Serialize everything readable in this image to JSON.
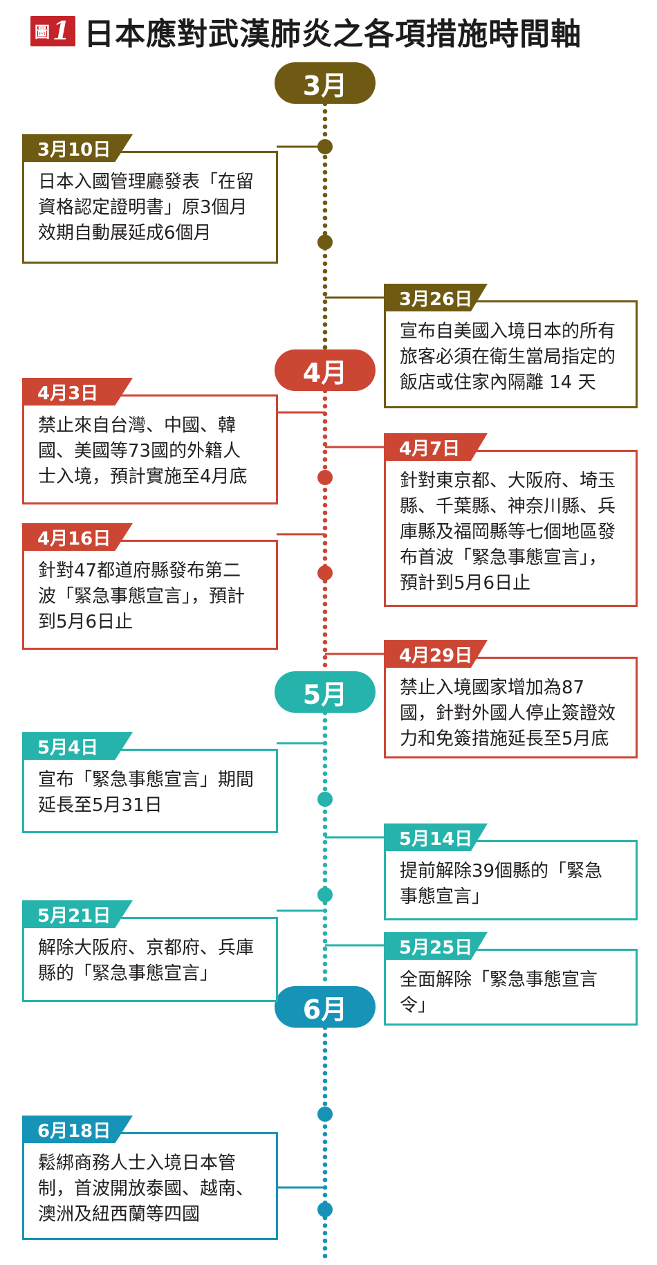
{
  "title": {
    "figure_word": "圖",
    "figure_number": "1",
    "text": "日本應對武漢肺炎之各項措施時間軸"
  },
  "colors": {
    "march": "#6e5a12",
    "april": "#cc4634",
    "may": "#26b3ac",
    "june": "#1693b6"
  },
  "months": [
    {
      "label": "3月",
      "color": "#6e5a12"
    },
    {
      "label": "4月",
      "color": "#cc4634"
    },
    {
      "label": "5月",
      "color": "#26b3ac"
    },
    {
      "label": "6月",
      "color": "#1693b6"
    }
  ],
  "events": [
    {
      "date": "3月10日",
      "color": "#6e5a12",
      "lines": [
        "日本入國管理廳發表「在留",
        "資格認定證明書」原3個月",
        "效期自動展延成6個月"
      ]
    },
    {
      "date": "3月26日",
      "color": "#6e5a12",
      "lines": [
        "宣布自美國入境日本的所有",
        "旅客必須在衛生當局指定的",
        "飯店或住家內隔離 14 天"
      ]
    },
    {
      "date": "4月3日",
      "color": "#cc4634",
      "lines": [
        "禁止來自台灣、中國、韓",
        "國、美國等73國的外籍人",
        "士入境，預計實施至4月底"
      ]
    },
    {
      "date": "4月7日",
      "color": "#cc4634",
      "lines": [
        "針對東京都、大阪府、埼玉",
        "縣、千葉縣、神奈川縣、兵",
        "庫縣及福岡縣等七個地區發",
        "布首波「緊急事態宣言」，",
        "預計到5月6日止"
      ]
    },
    {
      "date": "4月16日",
      "color": "#cc4634",
      "lines": [
        "針對47都道府縣發布第二",
        "波「緊急事態宣言」，預計",
        "到5月6日止"
      ]
    },
    {
      "date": "4月29日",
      "color": "#cc4634",
      "lines": [
        "禁止入境國家增加為87",
        "國，針對外國人停止簽證效",
        "力和免簽措施延長至5月底"
      ]
    },
    {
      "date": "5月4日",
      "color": "#26b3ac",
      "lines": [
        "宣布「緊急事態宣言」期間",
        "延長至5月31日"
      ]
    },
    {
      "date": "5月14日",
      "color": "#26b3ac",
      "lines": [
        "提前解除39個縣的「緊急",
        "事態宣言」"
      ]
    },
    {
      "date": "5月21日",
      "color": "#26b3ac",
      "lines": [
        "解除大阪府、京都府、兵庫",
        "縣的「緊急事態宣言」"
      ]
    },
    {
      "date": "5月25日",
      "color": "#26b3ac",
      "lines": [
        "全面解除「緊急事態宣言",
        "令」"
      ]
    },
    {
      "date": "6月18日",
      "color": "#1693b6",
      "lines": [
        "鬆綁商務人士入境日本管",
        "制，首波開放泰國、越南、",
        "澳洲及紐西蘭等四國"
      ]
    }
  ]
}
